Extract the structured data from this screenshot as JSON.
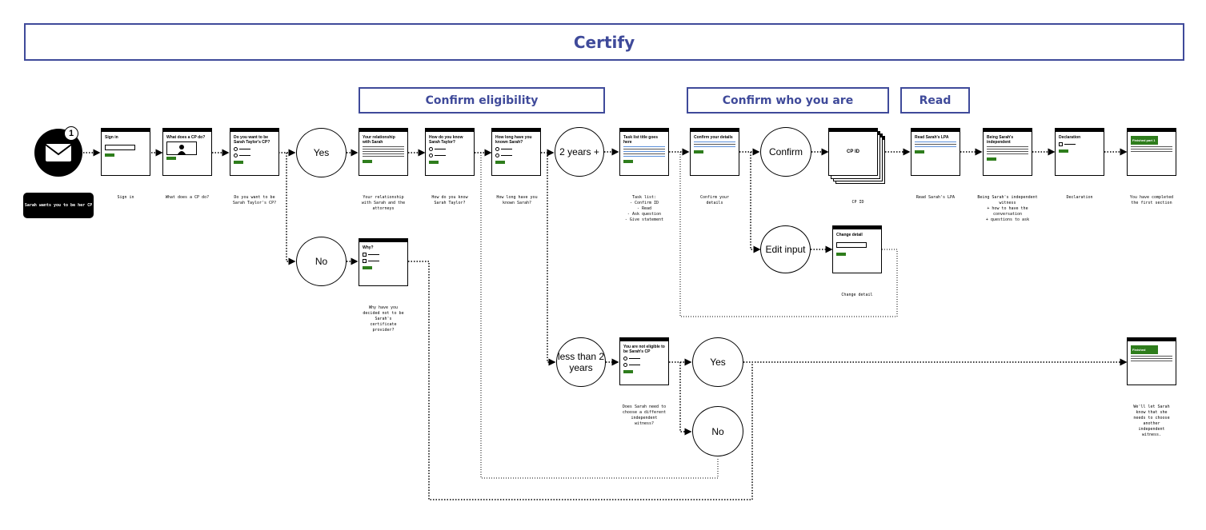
{
  "title": "Certify",
  "sections": {
    "eligibility": "Confirm eligibility",
    "who": "Confirm who you are",
    "read": "Read"
  },
  "start": {
    "badge": "1",
    "label": "Sarah wants you to be her CP",
    "icon": "envelope-icon"
  },
  "screens": {
    "sign_in": "Sign in",
    "what_cp": "What does a CP do?",
    "want_cp": "Do you want to be Sarah Taylor's CP?",
    "relationship": "Your relationship with Sarah",
    "how_know": "How do you know Sarah Taylor?",
    "how_long": "How long have you known Sarah?",
    "task_list": "Task list title goes here",
    "confirm_details": "Confirm your details",
    "cp_id": "CP ID",
    "read_lpa": "Read Sarah's LPA",
    "being_sarah": "Being Sarah's independent",
    "declaration": "Declaration",
    "finished_part": "Finished part 1",
    "why": "Why?",
    "change_detail": "Change detail",
    "not_eligible": "You are not eligible to be Sarah's CP",
    "finished": "Finished"
  },
  "decisions": {
    "yes1": "Yes",
    "no1": "No",
    "two_plus": "2 years +",
    "less_two": "less than 2 years",
    "confirm": "Confirm",
    "edit_input": "Edit input",
    "yes2": "Yes",
    "no2": "No"
  },
  "captions": {
    "sign_in": "Sign in",
    "what_cp": "What does a CP do?",
    "want_cp": "Do you want to be Sarah Taylor's CP?",
    "relationship": "Your relationship with Sarah and the attorneys",
    "how_know": "How do you know Sarah Taylor?",
    "how_long": "How long have you known Sarah?",
    "task_list": "Task list:\n- Confirm ID\n- Read\n- Ask question\n- Give statement",
    "confirm_details": "Confirm your details",
    "cp_id": "CP ID",
    "read_lpa": "Read Sarah's LPA",
    "being_sarah": "Being Sarah's independent witness\n+ how to have the conversation\n+ questions to ask",
    "declaration": "Declaration",
    "completed": "You have completed the first section",
    "why": "Why have you decided not to be Sarah's certificate provider?",
    "change_detail": "Change detail",
    "not_eligible": "Does Sarah need to choose a different independent witness?",
    "finished": "We'll let Sarah know that she needs to choose another independent witness."
  }
}
